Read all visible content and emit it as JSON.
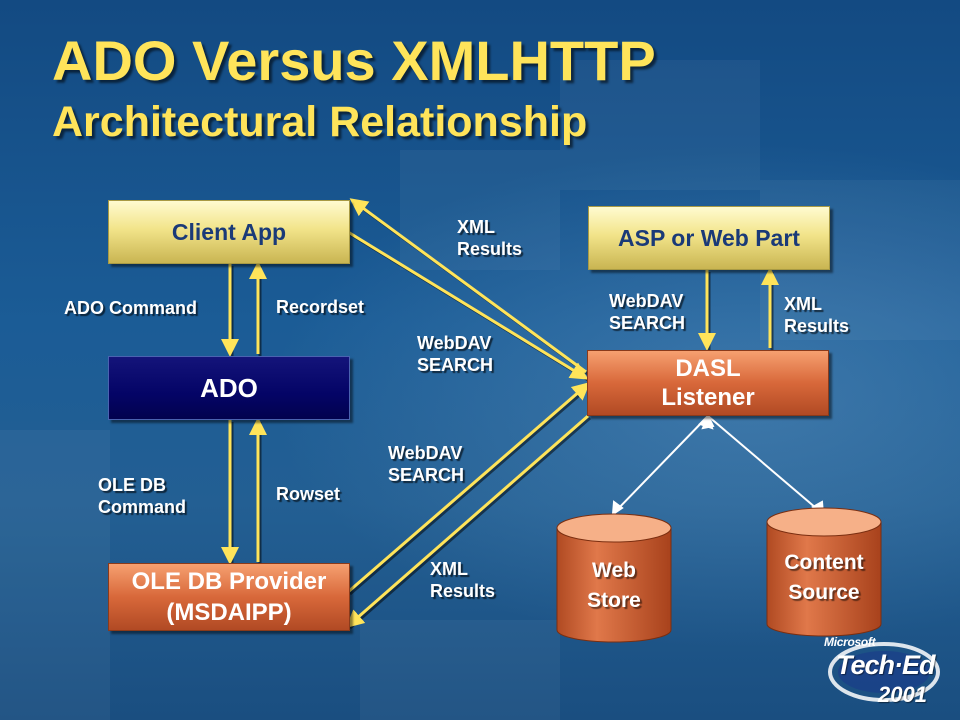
{
  "slide": {
    "title": "ADO Versus XMLHTTP",
    "subtitle": "Architectural Relationship"
  },
  "nodes": {
    "client_app": "Client App",
    "ado": "ADO",
    "oledb_provider": {
      "line1": "OLE DB Provider",
      "line2": "(MSDAIPP)"
    },
    "asp_web_part": "ASP or Web Part",
    "dasl_listener": {
      "line1": "DASL",
      "line2": "Listener"
    },
    "web_store": {
      "line1": "Web",
      "line2": "Store"
    },
    "content_source": {
      "line1": "Content",
      "line2": "Source"
    }
  },
  "edge_labels": {
    "ado_command": "ADO Command",
    "recordset": "Recordset",
    "oledb_command": {
      "line1": "OLE DB",
      "line2": "Command"
    },
    "rowset": "Rowset",
    "xml_results_top": {
      "line1": "XML",
      "line2": "Results"
    },
    "webdav_search_top": {
      "line1": "WebDAV",
      "line2": "SEARCH"
    },
    "webdav_search_bottom": {
      "line1": "WebDAV",
      "line2": "SEARCH"
    },
    "xml_results_bottom": {
      "line1": "XML",
      "line2": "Results"
    },
    "webdav_search_asp": {
      "line1": "WebDAV",
      "line2": "SEARCH"
    },
    "xml_results_asp": {
      "line1": "XML",
      "line2": "Results"
    }
  },
  "logo": {
    "brand": "Microsoft",
    "name": "Tech·Ed",
    "year": "2001"
  },
  "colors": {
    "background": "#1d5a92",
    "title": "#ffe45a",
    "arrow": "#ffe45a",
    "ado_box": "#040466",
    "orange_box": "#d8683a",
    "yellow_box": "#f2e48a"
  }
}
